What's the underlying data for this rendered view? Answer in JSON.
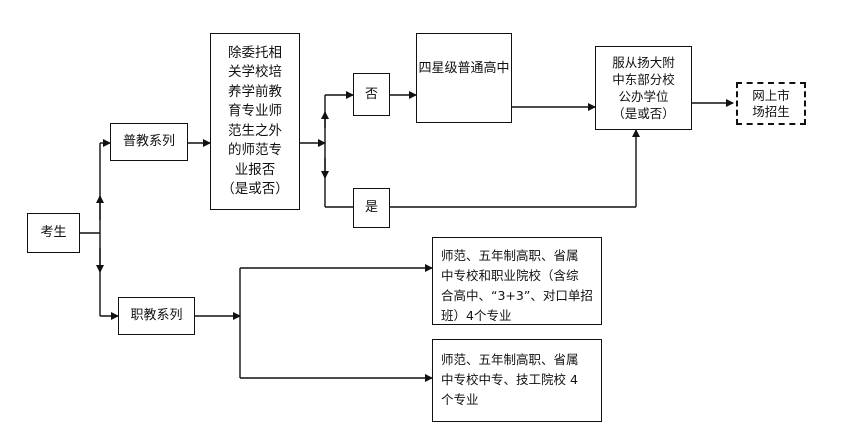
{
  "nodes": {
    "kaosheng": "考生",
    "pujiao": "普教系列",
    "zhijiao": "职教系列",
    "chuwei": "除委托相\n关学校培\n养学前教\n育专业师\n范生之外\n的师范专\n业报否\n（是或否）",
    "fou": "否",
    "shi": "是",
    "sixing": "四星级普通高中",
    "fucong": "服从扬大附\n中东部分校\n公办学位\n（是或否）",
    "wangshang": "网上市\n场招生",
    "shifan1": "师范、五年制高职、省属\n中专校和职业院校（含综\n合高中、“3+3”、对口单招\n班）4个专业",
    "shifan2": "师范、五年制高职、省属\n中专校中专、技工院校 4\n个专业"
  }
}
